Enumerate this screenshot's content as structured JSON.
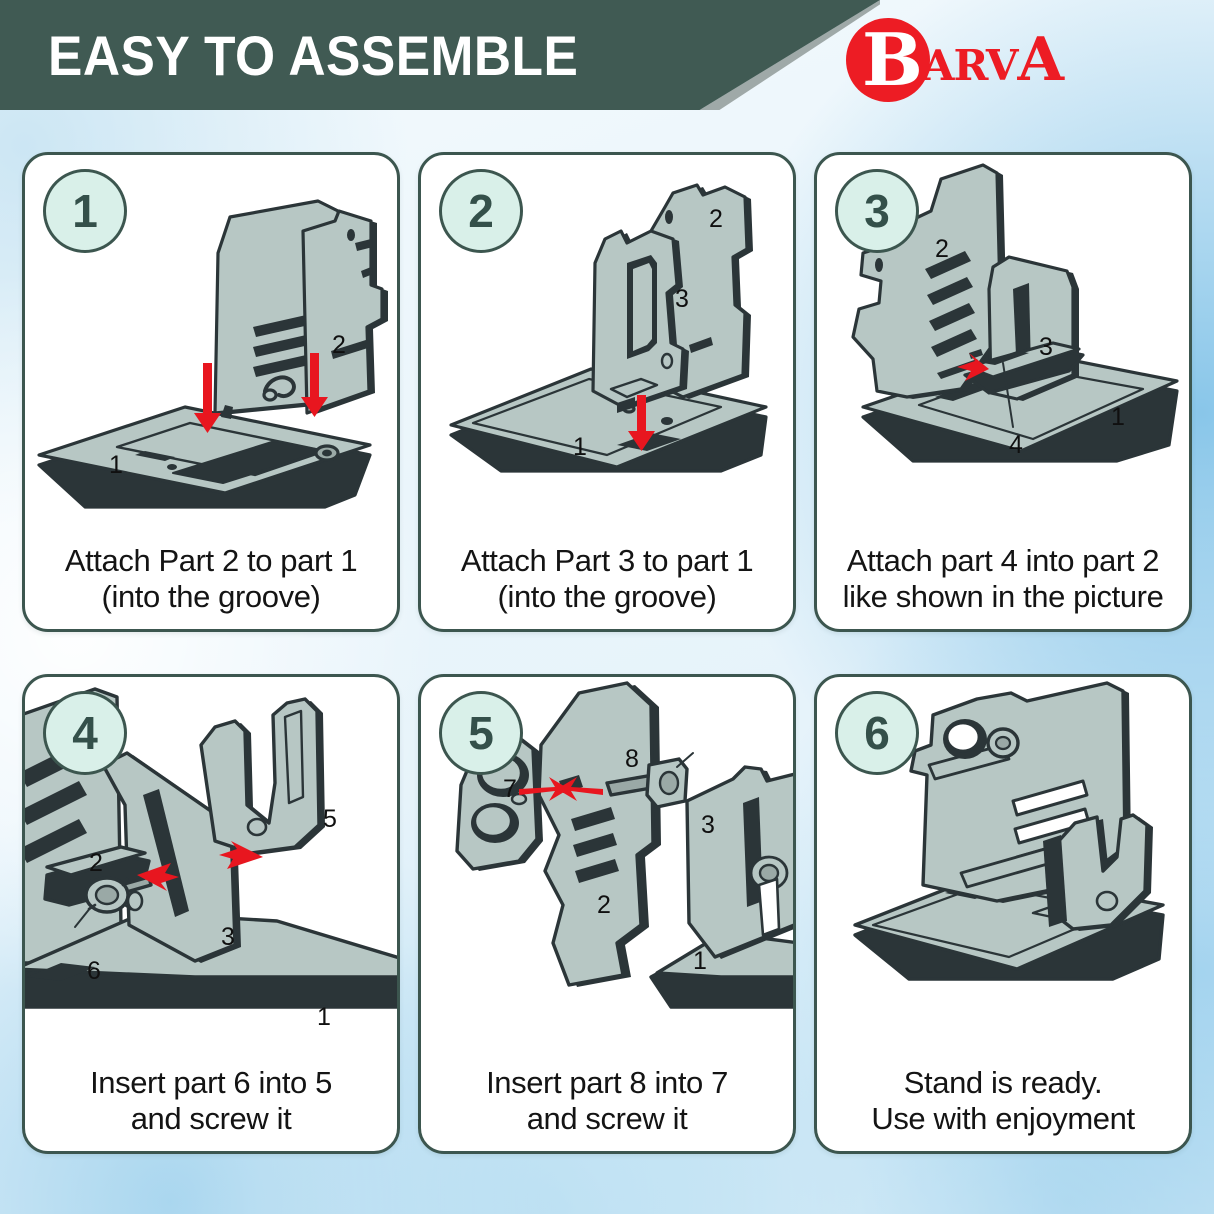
{
  "header": {
    "title": "EASY TO ASSEMBLE",
    "accent_green": "#405a53"
  },
  "logo": {
    "brand": "BARVA",
    "mark_letter": "B",
    "rest_letters": "arvA",
    "color": "#ed1c24"
  },
  "colors": {
    "card_border": "#3c564f",
    "badge_fill": "#d9f0e9",
    "badge_text": "#34504a",
    "part_fill": "#b7c7c4",
    "part_edge": "#2b3538",
    "arrow_red": "#e8161f",
    "background": "#eaf5fb"
  },
  "steps": [
    {
      "number": "1",
      "caption_line1": "Attach Part 2 to part 1",
      "caption_line2": "(into the groove)",
      "part_labels": [
        "1",
        "2"
      ]
    },
    {
      "number": "2",
      "caption_line1": "Attach Part 3 to part 1",
      "caption_line2": "(into the groove)",
      "part_labels": [
        "1",
        "2",
        "3"
      ]
    },
    {
      "number": "3",
      "caption_line1": "Attach part 4 into part 2",
      "caption_line2": "like shown in the picture",
      "part_labels": [
        "1",
        "2",
        "3",
        "4"
      ]
    },
    {
      "number": "4",
      "caption_line1": "Insert part 6 into 5",
      "caption_line2": "and screw it",
      "part_labels": [
        "1",
        "2",
        "3",
        "5",
        "6"
      ]
    },
    {
      "number": "5",
      "caption_line1": "Insert part 8 into 7",
      "caption_line2": "and screw it",
      "part_labels": [
        "1",
        "2",
        "3",
        "7",
        "8"
      ]
    },
    {
      "number": "6",
      "caption_line1": "Stand is ready.",
      "caption_line2": "Use with enjoyment",
      "part_labels": []
    }
  ]
}
